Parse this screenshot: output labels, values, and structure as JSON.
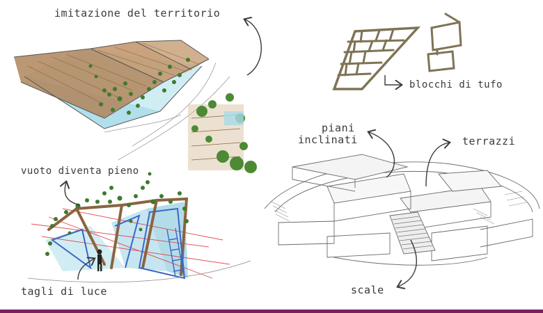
{
  "labels": {
    "imitazione": "imitazione del territorio",
    "blocchi": "blocchi di tufo",
    "vuoto": "vuoto diventa pieno",
    "tagli": "tagli di luce",
    "piani": "piani",
    "inclinati": "inclinati",
    "terrazzi": "terrazzi",
    "scale": "scale"
  },
  "colors": {
    "text": "#3a3a3a",
    "wood": "#b0855a",
    "glass": "#9fd6e6",
    "foliage": "#3f7a2e",
    "tufo": "#7e7355",
    "pencil": "#6a6a6a",
    "light_rays": "#e0303a",
    "frame_blue": "#3a66c8",
    "bottom_bar": "#7a2060"
  }
}
